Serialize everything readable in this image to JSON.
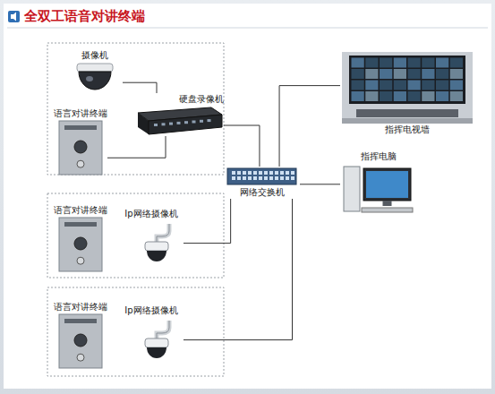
{
  "diagram": {
    "title": "全双工语音对讲终端",
    "nodes": [
      {
        "text": [
          "摄像机"
        ]
      },
      {
        "text": [
          "语言对讲终端"
        ]
      },
      {
        "text": [
          "硬盘录像机"
        ]
      },
      {
        "text": [
          "语言对讲终端"
        ]
      },
      {
        "text": [
          "Ip网络摄像机"
        ]
      },
      {
        "text": [
          "语言对讲终端"
        ]
      },
      {
        "text": [
          "Ip网络摄像机"
        ]
      },
      {
        "text": [
          "网络交换机"
        ]
      },
      {
        "text": [
          "指挥电视墙"
        ]
      },
      {
        "text": [
          "指挥电脑"
        ]
      }
    ],
    "edges": [
      {
        "from": 0,
        "to": 2,
        "arrow": "none"
      },
      {
        "from": 1,
        "to": 2,
        "arrow": "none"
      },
      {
        "from": 2,
        "to": 7,
        "arrow": "none"
      },
      {
        "from": 7,
        "to": 8,
        "arrow": "none"
      },
      {
        "from": 7,
        "to": 9,
        "arrow": "none"
      },
      {
        "from": 4,
        "to": 7,
        "arrow": "none"
      },
      {
        "from": 6,
        "to": 7,
        "arrow": "none"
      }
    ]
  }
}
